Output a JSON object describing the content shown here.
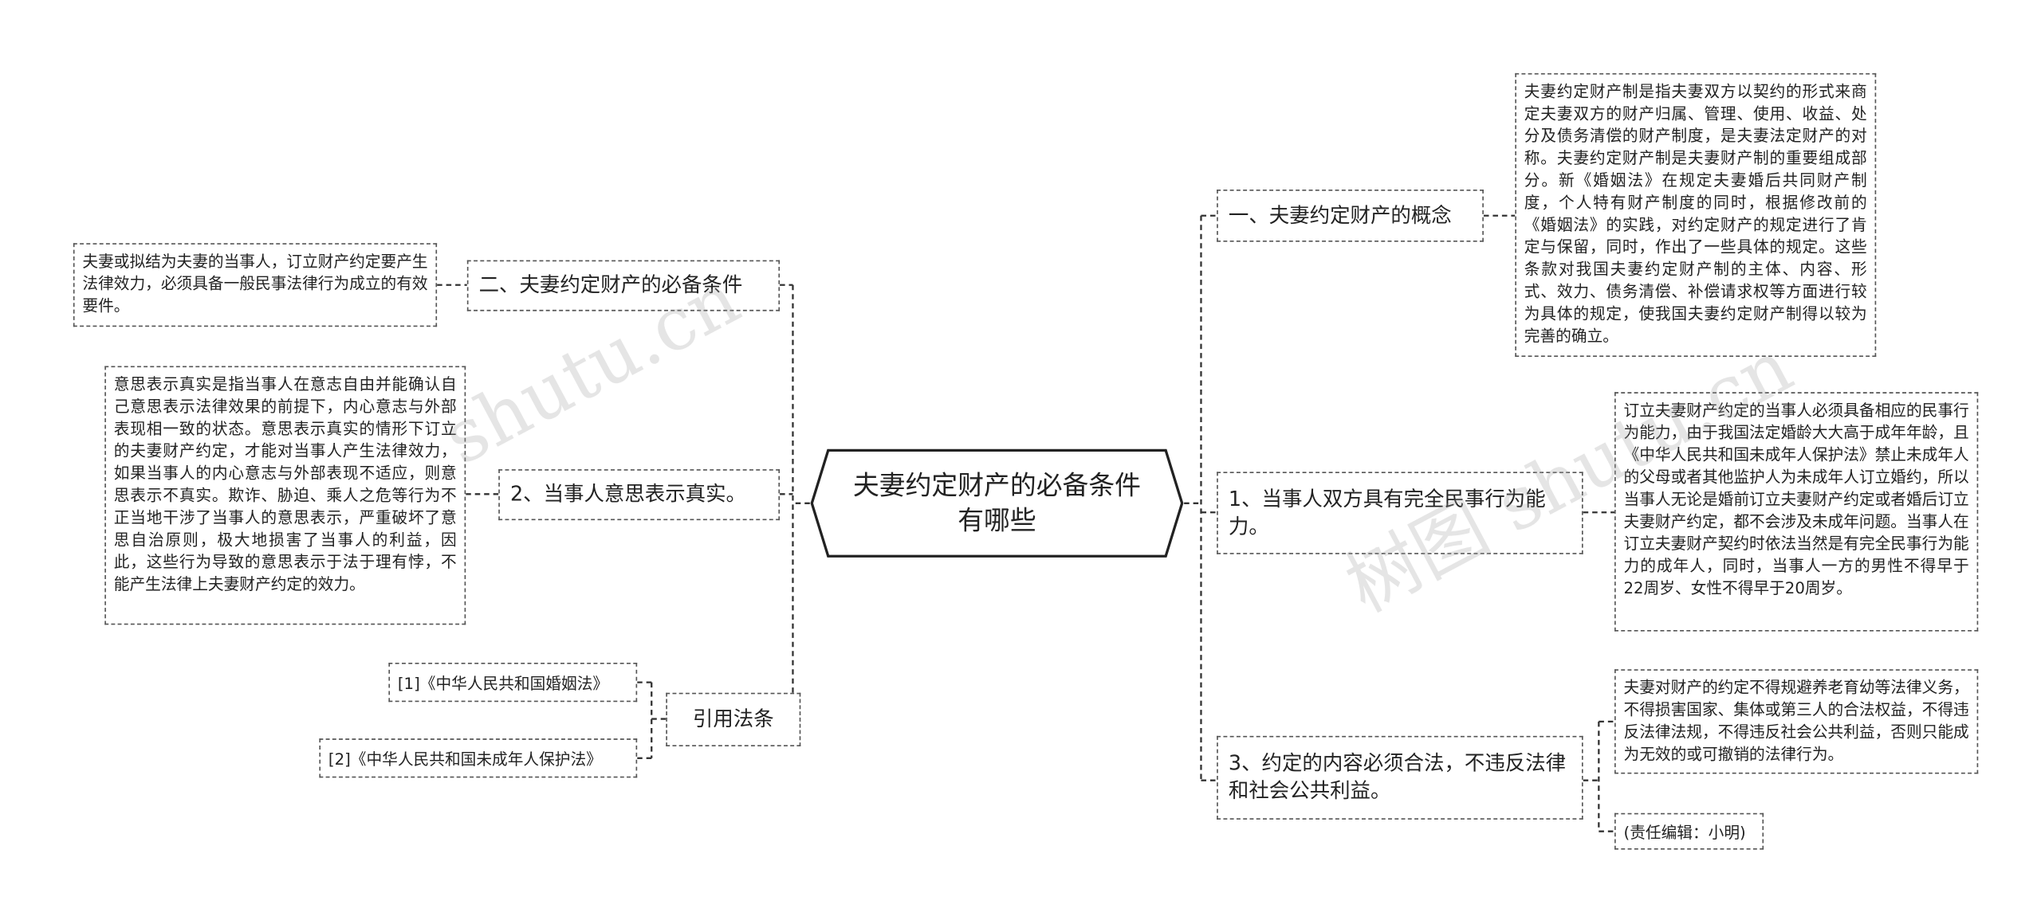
{
  "root": {
    "title": "夫妻约定财产的必备条件有哪些"
  },
  "left": {
    "conditions": {
      "label": "二、夫妻约定财产的必备条件",
      "detail": "夫妻或拟结为夫妻的当事人，订立财产约定要产生法律效力，必须具备一般民事法律行为成立的有效要件。"
    },
    "intent": {
      "label": "2、当事人意思表示真实。",
      "detail": "意思表示真实是指当事人在意志自由并能确认自己意思表示法律效果的前提下，内心意志与外部表现相一致的状态。意思表示真实的情形下订立的夫妻财产约定，才能对当事人产生法律效力，如果当事人的内心意志与外部表现不适应，则意思表示不真实。欺诈、胁迫、乘人之危等行为不正当地干涉了当事人的意思表示，严重破坏了意思自治原则，极大地损害了当事人的利益，因此，这些行为导致的意思表示于法于理有悖，不能产生法律上夫妻财产约定的效力。"
    },
    "laws": {
      "label": "引用法条",
      "items": [
        "[1]《中华人民共和国婚姻法》",
        "[2]《中华人民共和国未成年人保护法》"
      ]
    }
  },
  "right": {
    "concept": {
      "label": "一、夫妻约定财产的概念",
      "detail": "夫妻约定财产制是指夫妻双方以契约的形式来商定夫妻双方的财产归属、管理、使用、收益、处分及债务清偿的财产制度，是夫妻法定财产的对称。夫妻约定财产制是夫妻财产制的重要组成部分。新《婚姻法》在规定夫妻婚后共同财产制度，个人特有财产制度的同时，根据修改前的《婚姻法》的实践，对约定财产的规定进行了肯定与保留，同时，作出了一些具体的规定。这些条款对我国夫妻约定财产制的主体、内容、形式、效力、债务清偿、补偿请求权等方面进行较为具体的规定，使我国夫妻约定财产制得以较为完善的确立。"
    },
    "capacity": {
      "label": "1、当事人双方具有完全民事行为能力。",
      "detail": "订立夫妻财产约定的当事人必须具备相应的民事行为能力，由于我国法定婚龄大大高于成年年龄，且《中华人民共和国未成年人保护法》禁止未成年人的父母或者其他监护人为未成年人订立婚约，所以当事人无论是婚前订立夫妻财产约定或者婚后订立夫妻财产约定，都不会涉及未成年问题。当事人在订立夫妻财产契约时依法当然是有完全民事行为能力的成年人，同时，当事人一方的男性不得早于22周岁、女性不得早于20周岁。"
    },
    "legality": {
      "label": "3、约定的内容必须合法，不违反法律和社会公共利益。",
      "detail": "夫妻对财产的约定不得规避养老育幼等法律义务，不得损害国家、集体或第三人的合法权益，不得违反法律法规，不得违反社会公共利益，否则只能成为无效的或可撤销的法律行为。",
      "editor": "(责任编辑：小明)"
    }
  },
  "watermarks": [
    "shutu.cn",
    "树图 shutu.cn"
  ]
}
